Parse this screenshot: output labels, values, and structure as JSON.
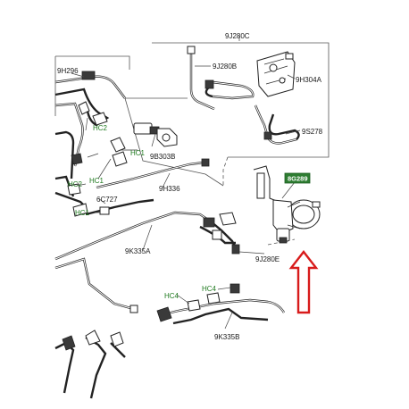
{
  "diagram": {
    "labels": {
      "l_9J280C": "9J280C",
      "l_9J280B": "9J280B",
      "l_9H304A": "9H304A",
      "l_9S278": "9S278",
      "l_9H296": "9H296",
      "l_HC2a": "HC2",
      "l_HC1a": "HC1",
      "l_9B303B": "9B303B",
      "l_HC2b": "HC2",
      "l_HC1b": "HC1",
      "l_9H336": "9H336",
      "l_6C727": "6C727",
      "l_HC1c": "HC1",
      "l_9K335A": "9K335A",
      "l_9J280E": "9J280E",
      "l_HC4a": "HC4",
      "l_HC4b": "HC4",
      "l_9K335B": "9K335B"
    },
    "highlight_label": "8G289",
    "colors": {
      "arrow": "#d81b1b",
      "highlight_box": "#2e7d32",
      "callout_text": "#1f7a1f"
    }
  }
}
